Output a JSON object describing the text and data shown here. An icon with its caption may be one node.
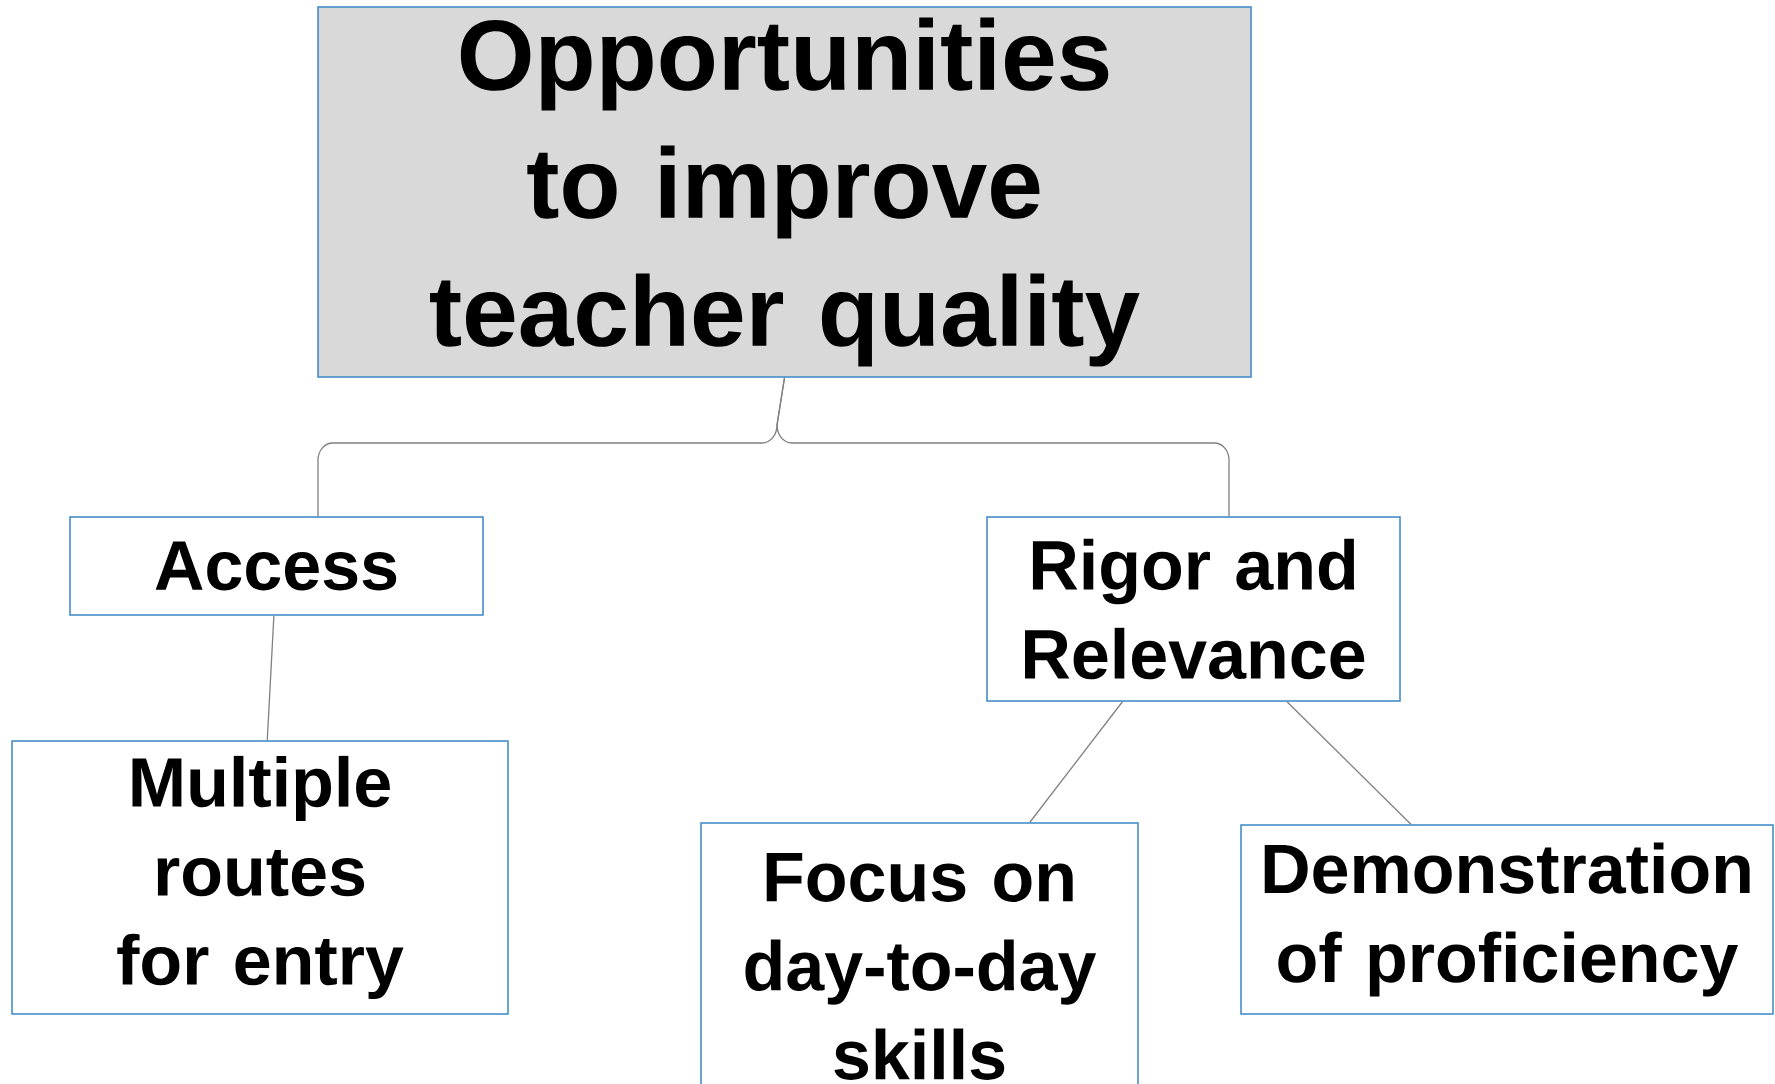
{
  "diagram": {
    "nodes": [
      {
        "text": [
          "Opportunities to improve teacher quality"
        ]
      },
      {
        "text": [
          "Access"
        ]
      },
      {
        "text": [
          "Rigor and Relevance"
        ]
      },
      {
        "text": [
          "Multiple routes for entry"
        ]
      },
      {
        "text": [
          "Focus on day-to-day skills"
        ]
      },
      {
        "text": [
          "Demonstration of proficiency"
        ]
      }
    ],
    "edges": [
      {
        "from": 0,
        "to": 1,
        "arrow": "none"
      },
      {
        "from": 0,
        "to": 2,
        "arrow": "none"
      },
      {
        "from": 1,
        "to": 3,
        "arrow": "none"
      },
      {
        "from": 2,
        "to": 4,
        "arrow": "none"
      },
      {
        "from": 2,
        "to": 5,
        "arrow": "none"
      }
    ]
  }
}
